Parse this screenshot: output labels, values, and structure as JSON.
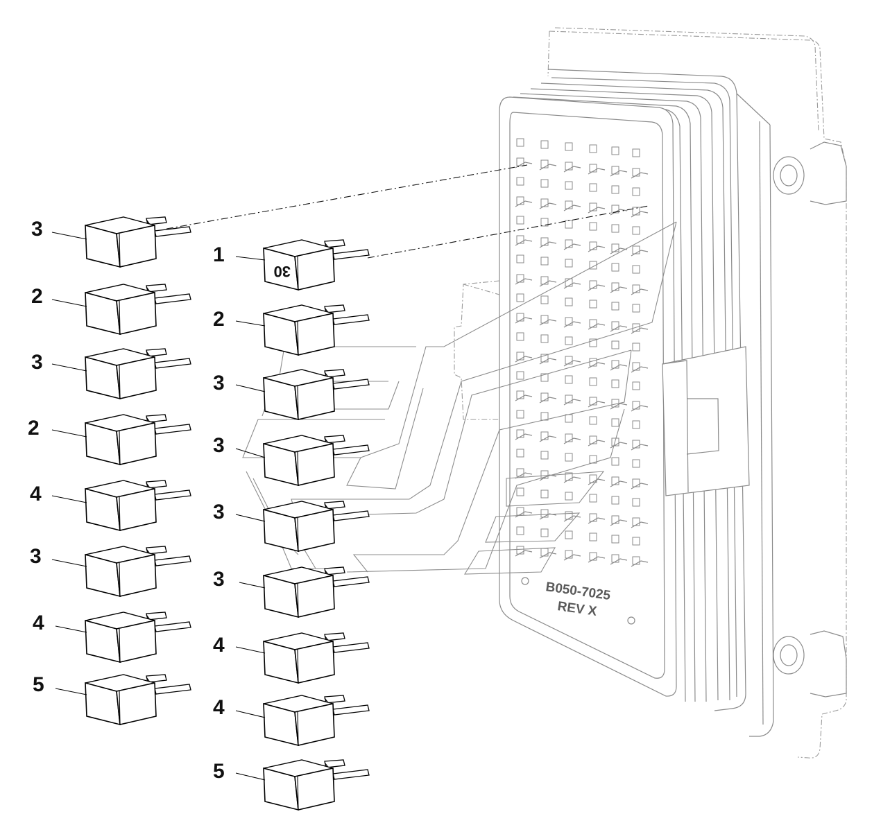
{
  "board": {
    "part_number": "B050-7025",
    "revision": "REV  X"
  },
  "fuse_1_marking": "30",
  "callouts": {
    "left_column": [
      "3",
      "2",
      "3",
      "2",
      "4",
      "3",
      "4",
      "5"
    ],
    "right_column": [
      "1",
      "2",
      "3",
      "3",
      "3",
      "3",
      "4",
      "4",
      "5"
    ]
  }
}
